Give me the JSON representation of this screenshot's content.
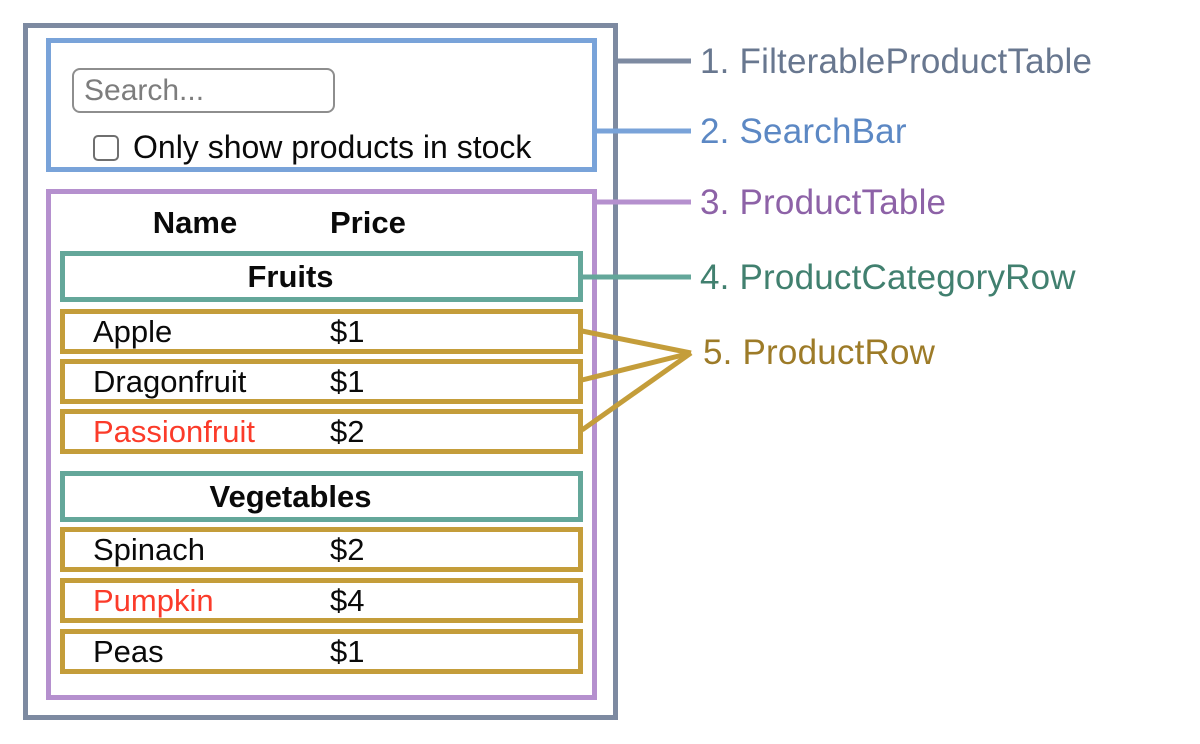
{
  "diagram": {
    "search_bar": {
      "search_placeholder": "Search...",
      "checkbox_label": "Only show products in stock",
      "checkbox_checked": false
    },
    "product_table": {
      "columns": [
        "Name",
        "Price"
      ],
      "sections": [
        {
          "category": "Fruits",
          "rows": [
            {
              "name": "Apple",
              "price": "$1",
              "out_of_stock": false
            },
            {
              "name": "Dragonfruit",
              "price": "$1",
              "out_of_stock": false
            },
            {
              "name": "Passionfruit",
              "price": "$2",
              "out_of_stock": true
            }
          ]
        },
        {
          "category": "Vegetables",
          "rows": [
            {
              "name": "Spinach",
              "price": "$2",
              "out_of_stock": false
            },
            {
              "name": "Pumpkin",
              "price": "$4",
              "out_of_stock": true
            },
            {
              "name": "Peas",
              "price": "$1",
              "out_of_stock": false
            }
          ]
        }
      ]
    },
    "legend": [
      {
        "label": "1. FilterableProductTable"
      },
      {
        "label": "2. SearchBar"
      },
      {
        "label": "3. ProductTable"
      },
      {
        "label": "4. ProductCategoryRow"
      },
      {
        "label": "5. ProductRow"
      }
    ]
  },
  "colors": {
    "filterable-border": "#7d8aa1",
    "filterable-text": "#68778f",
    "searchbar-border": "#79a3d9",
    "searchbar-text": "#5c88c4",
    "producttable-border": "#b590ce",
    "producttable-text": "#8d62a7",
    "categoryrow-border": "#64a79a",
    "categoryrow-text": "#41806f",
    "productrow-border": "#c49d3a",
    "productrow-text": "#9d7b28",
    "outofstock-text": "#fb3b2a"
  }
}
